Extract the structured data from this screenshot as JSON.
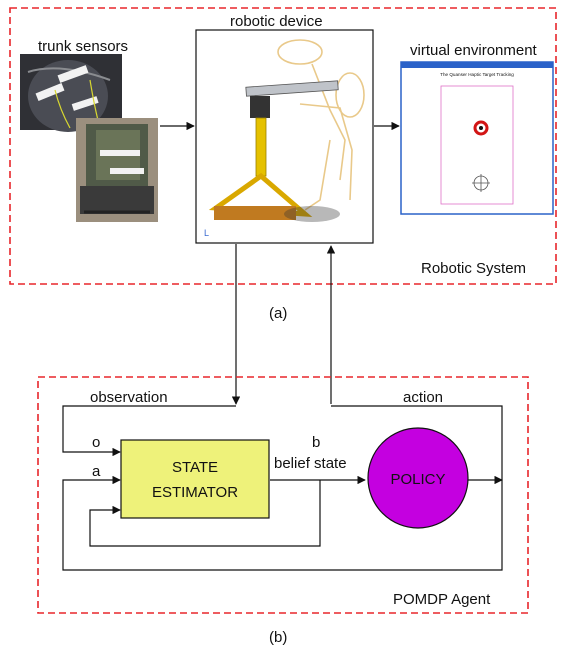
{
  "robotic_system": {
    "trunk_sensors_label": "trunk sensors",
    "robotic_device_label": "robotic device",
    "virtual_environment_label": "virtual environment",
    "virtual_window_title": "The Quanser Haptic Target Tracking",
    "system_label": "Robotic System",
    "panel_caption": "(a)"
  },
  "pomdp_agent": {
    "observation_label": "observation",
    "action_label": "action",
    "o_label": "o",
    "a_label": "a",
    "b_label": "b",
    "belief_state_label": "belief state",
    "state_estimator_line1": "STATE",
    "state_estimator_line2": "ESTIMATOR",
    "policy_label": "POLICY",
    "agent_label": "POMDP Agent",
    "panel_caption": "(b)"
  },
  "colors": {
    "dashed_border": "#e8262b",
    "state_estimator_fill": "#eef27a",
    "policy_fill": "#c400e0",
    "device_frame": "#d9a800",
    "virtual_window_border": "#2a62c9",
    "target_ring": "#d21515"
  }
}
